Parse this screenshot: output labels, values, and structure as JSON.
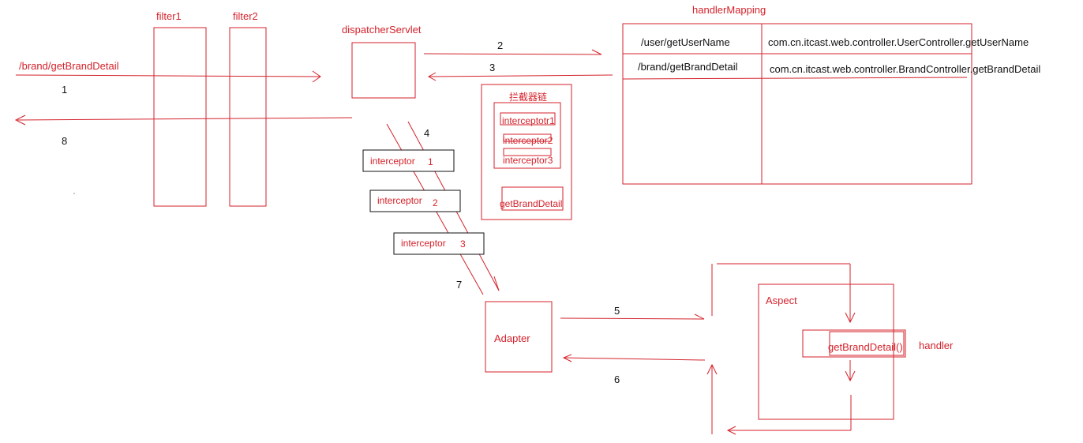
{
  "labels": {
    "filter1": "filter1",
    "filter2": "filter2",
    "dispatcher": "dispatcherServlet",
    "handler_mapping": "handlerMapping",
    "request_path": "/brand/getBrandDetail",
    "chain_title": "拦截器链",
    "chain_interceptor1": "interceptotr1",
    "chain_interceptor2": "interceptor2",
    "chain_interceptor3": "interceptor3",
    "chain_method": "getBrandDetail",
    "interceptor1": "interceptor",
    "interceptor1_num": "1",
    "interceptor2": "interceptor",
    "interceptor2_num": "2",
    "interceptor3": "interceptor",
    "interceptor3_num": "3",
    "adapter": "Adapter",
    "aspect": "Aspect",
    "handler_method": "getBrandDetail()",
    "handler": "handler"
  },
  "steps": {
    "s1": "1",
    "s2": "2",
    "s3": "3",
    "s4": "4",
    "s5": "5",
    "s6": "6",
    "s7": "7",
    "s8": "8"
  },
  "mapping_table": [
    {
      "url": "/user/getUserName",
      "controller": "com.cn.itcast.web.controller.UserController.getUserName"
    },
    {
      "url": "/brand/getBrandDetail",
      "controller": "com.cn.itcast.web.controller.BrandController.getBrandDetail"
    }
  ],
  "colors": {
    "red": "#d4222b",
    "black": "#111111"
  }
}
